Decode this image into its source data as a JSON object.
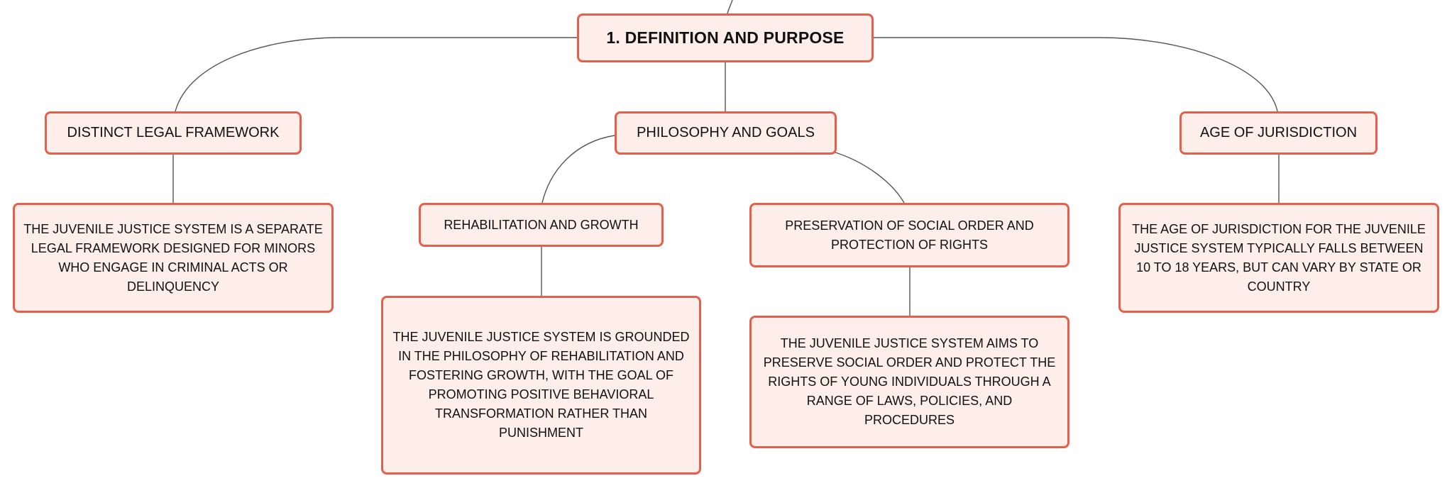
{
  "mindmap": {
    "root": {
      "label": "1. DEFINITION AND PURPOSE"
    },
    "branches": {
      "framework": {
        "label": "DISTINCT LEGAL FRAMEWORK",
        "detail": "THE JUVENILE JUSTICE SYSTEM IS A SEPARATE LEGAL FRAMEWORK DESIGNED FOR MINORS WHO ENGAGE IN CRIMINAL ACTS OR DELINQUENCY"
      },
      "philosophy": {
        "label": "PHILOSOPHY AND GOALS",
        "children": {
          "rehabilitation": {
            "label": "REHABILITATION AND GROWTH",
            "detail": "THE JUVENILE JUSTICE SYSTEM IS GROUNDED IN THE PHILOSOPHY OF REHABILITATION AND FOSTERING GROWTH, WITH THE GOAL OF PROMOTING POSITIVE BEHAVIORAL TRANSFORMATION RATHER THAN PUNISHMENT"
          },
          "preservation": {
            "label": "PRESERVATION OF SOCIAL ORDER AND PROTECTION OF RIGHTS",
            "detail": "THE JUVENILE JUSTICE SYSTEM AIMS TO PRESERVE SOCIAL ORDER AND PROTECT THE RIGHTS OF YOUNG INDIVIDUALS THROUGH A RANGE OF LAWS, POLICIES, AND PROCEDURES"
          }
        }
      },
      "age": {
        "label": "AGE OF JURISDICTION",
        "detail": "THE AGE OF JURISDICTION FOR THE JUVENILE JUSTICE SYSTEM TYPICALLY FALLS BETWEEN 10 TO 18 YEARS, BUT CAN VARY BY STATE OR COUNTRY"
      }
    }
  },
  "colors": {
    "node_border": "#e5604c",
    "node_fill": "#fdeeea",
    "connector": "#555555",
    "text": "#111111"
  }
}
